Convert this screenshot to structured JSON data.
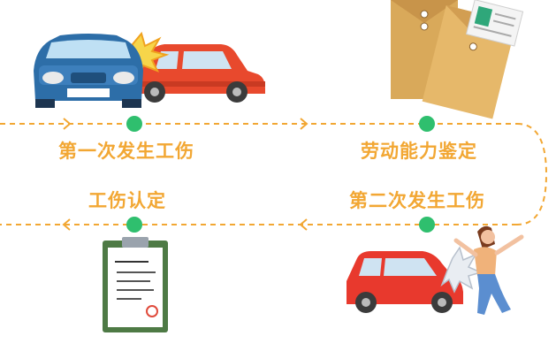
{
  "steps": [
    {
      "label": "第一次发生工伤"
    },
    {
      "label": "劳动能力鉴定"
    },
    {
      "label": "第二次发生工伤"
    },
    {
      "label": "工伤认定"
    }
  ],
  "illustrations": [
    "car-collision-icon",
    "envelope-documents-icon",
    "car-hits-pedestrian-icon",
    "clipboard-report-icon"
  ],
  "colors": {
    "path": "#f2a733",
    "label": "#f2a733",
    "node": "#2fbf6e"
  }
}
